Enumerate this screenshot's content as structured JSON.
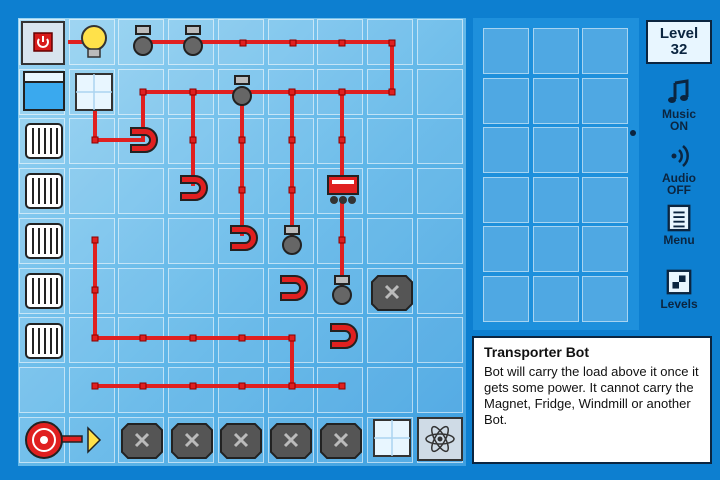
{
  "level": {
    "label": "Level",
    "number": "32"
  },
  "sidebar": {
    "music": {
      "label": "Music",
      "state": "ON"
    },
    "audio": {
      "label": "Audio",
      "state": "OFF"
    },
    "menu": {
      "label": "Menu"
    },
    "levels": {
      "label": "Levels"
    }
  },
  "info": {
    "title": "Transporter Bot",
    "description": "Bot will carry the load above it once it gets some power. It cannot carry the Magnet, Fridge, Windmill or another Bot."
  },
  "colors": {
    "background": "#0d7fd0",
    "wire": "#e02020",
    "magnet": "#e02020",
    "bulb": "#ffe14a"
  },
  "icons": {
    "power": "power-switch-icon",
    "bulb": "light-bulb-icon",
    "fridge": "fridge-icon",
    "magnet": "magnet-icon",
    "heater": "heater-icon",
    "socket": "socket-icon",
    "bot": "transporter-bot-icon",
    "block": "metal-block-icon",
    "windmill": "windmill-icon",
    "atom": "atom-icon",
    "music": "music-note-icon",
    "audio": "speaker-icon",
    "menu": "menu-icon",
    "levels": "levels-icon"
  }
}
